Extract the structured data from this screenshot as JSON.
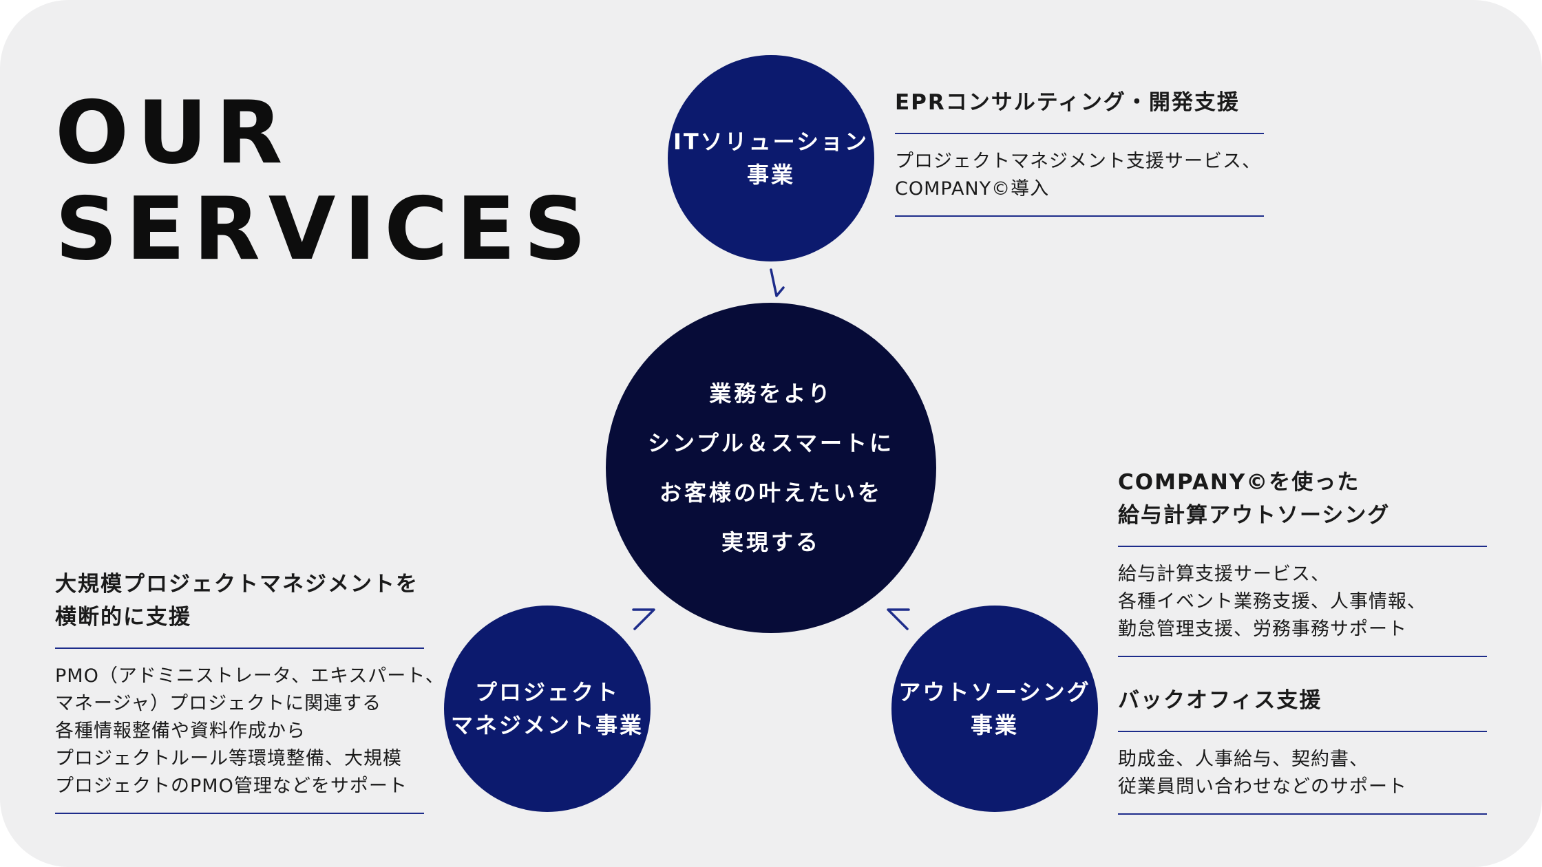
{
  "title": {
    "line1": "OUR",
    "line2": "SERVICES"
  },
  "center": {
    "lines": [
      "業務をより",
      "シンプル＆スマートに",
      "お客様の叶えたいを",
      "実現する"
    ]
  },
  "nodes": {
    "it": {
      "lines": [
        "ITソリューション",
        "事業"
      ]
    },
    "pm": {
      "lines": [
        "プロジェクト",
        "マネジメント事業"
      ]
    },
    "out": {
      "lines": [
        "アウトソーシング",
        "事業"
      ]
    }
  },
  "services": {
    "erp": {
      "name": [
        "EPRコンサルティング・開発支援"
      ],
      "desc": [
        "プロジェクトマネジメント支援サービス、",
        "COMPANY©導入"
      ]
    },
    "payroll": {
      "name": [
        "COMPANY©を使った",
        "給与計算アウトソーシング"
      ],
      "desc": [
        "給与計算支援サービス、",
        "各種イベント業務支援、人事情報、",
        "勤怠管理支援、労務事務サポート"
      ]
    },
    "backoffice": {
      "name": [
        "バックオフィス支援"
      ],
      "desc": [
        "助成金、人事給与、契約書、",
        "従業員問い合わせなどのサポート"
      ]
    },
    "pmo": {
      "name": [
        "大規模プロジェクトマネジメントを",
        "横断的に支援"
      ],
      "desc": [
        "PMO（アドミニストレータ、エキスパート、",
        "マネージャ）プロジェクトに関連する",
        "各種情報整備や資料作成から",
        "プロジェクトルール等環境整備、大規模",
        "プロジェクトのPMO管理などをサポート"
      ]
    }
  },
  "colors": {
    "background": "#efeff0",
    "node": "#0c1a6e",
    "center": "#070c38",
    "rule": "#1d2c8a",
    "arrow": "#1d2c8a"
  }
}
